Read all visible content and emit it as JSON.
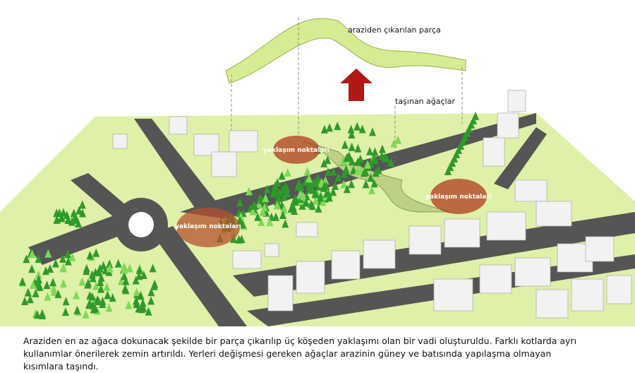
{
  "labels": {
    "removed_piece": "araziden çıkarılan parça",
    "moved_trees": "taşınan ağaçlar",
    "approach_points": [
      "yaklaşım noktaları",
      "yaklaşım noktaları",
      "yaklaşım noktaları"
    ]
  },
  "caption": {
    "lines": [
      "Araziden en az ağaca dokunacak şekilde bir parça çıkarılıp üç köşeden yaklaşımı olan bir vadi oluşturuldu. Farklı kotlarda ayrı",
      "kullanımlar önerilerek zemin artırıldı. Yerleri değişmesi gereken ağaçlar arazinin güney ve batısında yapılaşma olmayan",
      "kısımlara taşındı."
    ]
  },
  "colors": {
    "ground": "#dff0a8",
    "road": "#555555",
    "tree": "#2e9a2a",
    "tree_light": "#7ed957",
    "approach": "#b5512e",
    "arrow": "#b01818",
    "building": "#f2f2f2"
  }
}
